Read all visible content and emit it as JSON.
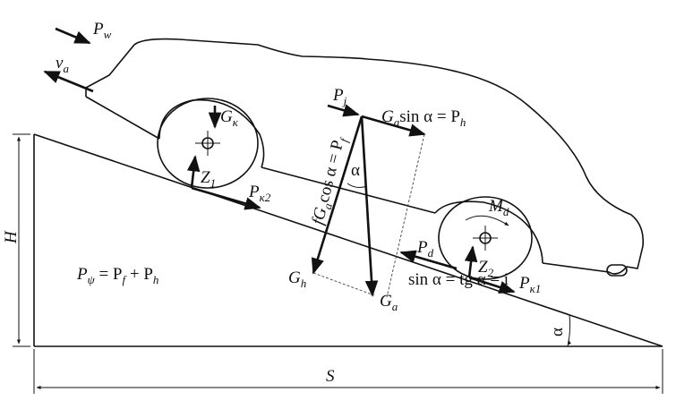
{
  "labels": {
    "P_w": "P",
    "P_w_sub": "w",
    "v_a": "v",
    "v_a_sub": "a",
    "G_k": "G",
    "G_k_sub": "к",
    "Z1": "Z",
    "Z1_sub": "1",
    "P_k2": "P",
    "P_k2_sub": "к2",
    "P_j": "P",
    "P_j_sub": "j",
    "Ga_sin": "G",
    "Ga_sin_sub": "a",
    "Ga_sin_rest": "sin α = P",
    "Ga_sin_rest_sub": "h",
    "fGa_cos": "fG",
    "fGa_cos_sub": "a",
    "fGa_cos_rest": "cos α = P",
    "fGa_cos_rest_sub": "f",
    "alpha_top": "α",
    "M_d": "M",
    "M_d_sub": "d",
    "P_d": "P",
    "P_d_sub": "d",
    "Z2": "Z",
    "Z2_sub": "2",
    "P_k1": "P",
    "P_k1_sub": "к1",
    "sin_eq": "sin α = tg α = i",
    "G_h": "G",
    "G_h_sub": "h",
    "G_a": "G",
    "G_a_sub": "a",
    "H": "H",
    "S": "S",
    "alpha_base": "α",
    "P_psi": "P",
    "P_psi_sub": "ψ",
    "P_psi_eq": " = P",
    "P_psi_f_sub": "f",
    "P_psi_plus": " + P",
    "P_psi_h_sub": "h"
  }
}
